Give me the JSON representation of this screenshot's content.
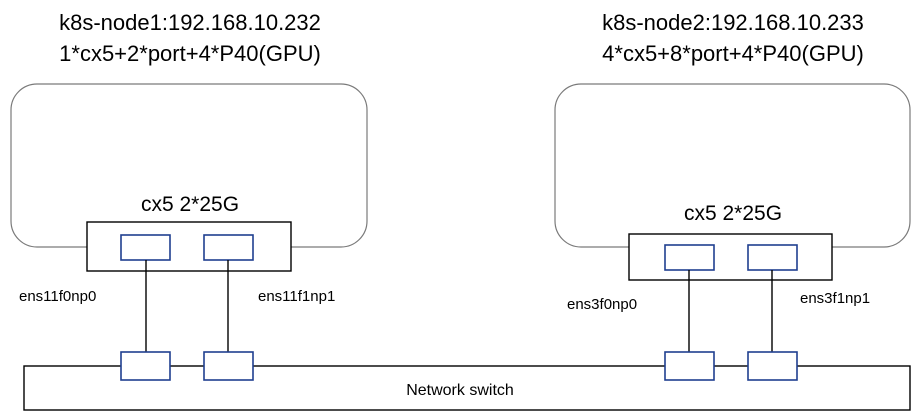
{
  "colors": {
    "server_border": "#7a7a7a",
    "box_border": "#000000",
    "port_border": "#1f3f8f",
    "text": "#000000"
  },
  "nodes": [
    {
      "title": "k8s-node1:192.168.10.232",
      "config": "1*cx5+2*port+4*P40(GPU)",
      "nic_label": "cx5 2*25G",
      "ports": [
        "ens11f0np0",
        "ens11f1np1"
      ]
    },
    {
      "title": "k8s-node2:192.168.10.233",
      "config": "4*cx5+8*port+4*P40(GPU)",
      "nic_label": "cx5 2*25G",
      "ports": [
        "ens3f0np0",
        "ens3f1np1"
      ]
    }
  ],
  "switch": {
    "label": "Network switch"
  }
}
